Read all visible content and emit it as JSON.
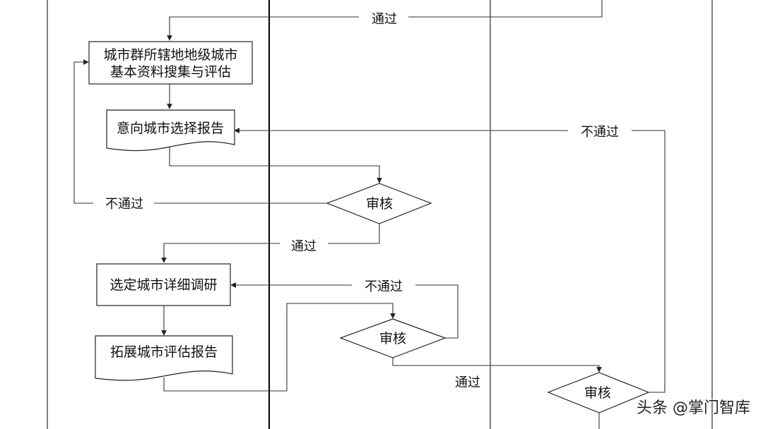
{
  "nodes": {
    "n1": [
      "城市群所辖地地级城市",
      "基本资料搜集与评估"
    ],
    "n2": "意向城市选择报告",
    "n3": "审核",
    "n4": "选定城市详细调研",
    "n5": "审核",
    "n6": "拓展城市评估报告",
    "n7": "审核"
  },
  "edge_labels": {
    "top_pass": "通过",
    "review1_fail": "不通过",
    "review1_pass": "通过",
    "review2_fail": "不通过",
    "review2_pass": "通过",
    "review3_fail": "不通过"
  },
  "watermark": "头条 @掌门智库"
}
